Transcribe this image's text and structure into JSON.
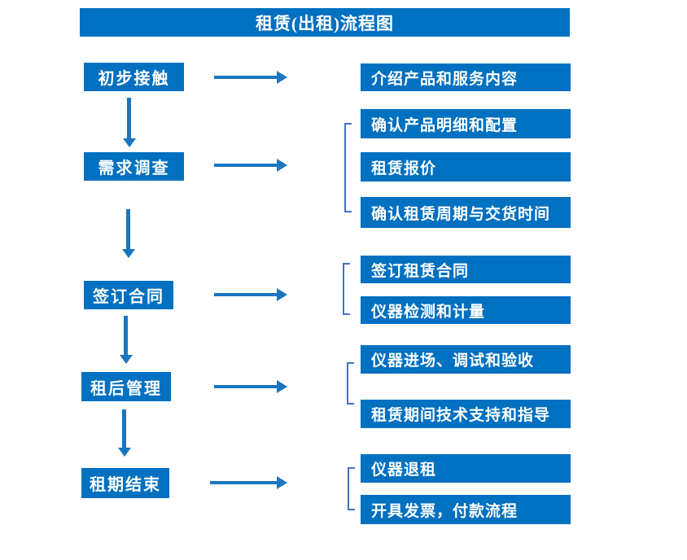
{
  "title": "租赁(出租)流程图",
  "steps": [
    {
      "label": "初步接触",
      "details": [
        "介绍产品和服务内容"
      ]
    },
    {
      "label": "需求调查",
      "details": [
        "确认产品明细和配置",
        "租赁报价",
        "确认租赁周期与交货时间"
      ]
    },
    {
      "label": "签订合同",
      "details": [
        "签订租赁合同",
        "仪器检测和计量"
      ]
    },
    {
      "label": "租后管理",
      "details": [
        "仪器进场、调试和验收",
        "租赁期间技术支持和指导"
      ]
    },
    {
      "label": "租期结束",
      "details": [
        "仪器退租",
        "开具发票，付款流程"
      ]
    }
  ],
  "colors": {
    "box_fill": "#0070C0",
    "box_text": "#FFFFFF",
    "arrow": "#1B75BE",
    "bracket": "#4472C4",
    "background": "#FFFFFF"
  }
}
